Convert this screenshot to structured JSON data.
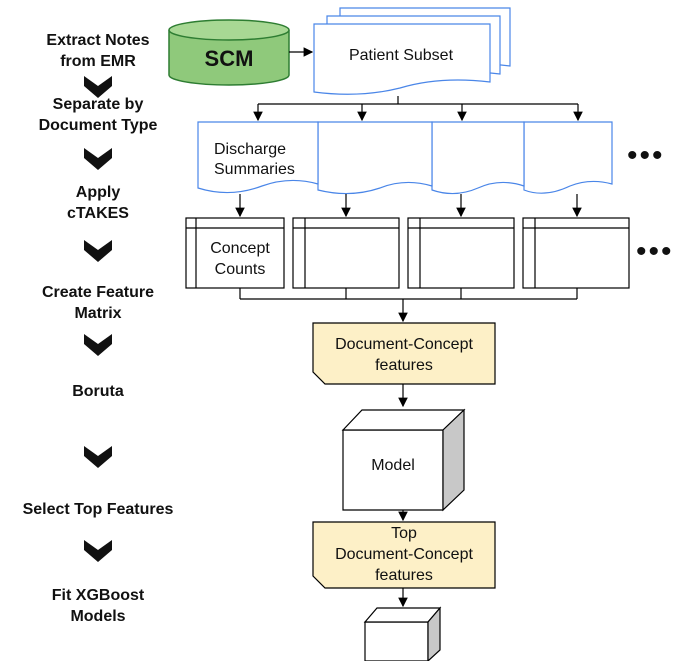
{
  "steps": [
    "Extract Notes\nfrom EMR",
    "Separate by\nDocument Type",
    "Apply\ncTAKES",
    "Create Feature\nMatrix",
    "Boruta",
    "Select Top Features",
    "Fit XGBoost\nModels"
  ],
  "diagram": {
    "scm_label": "SCM",
    "patient_subset": "Patient Subset",
    "discharge_summaries": "Discharge\nSummaries",
    "concept_counts": "Concept\nCounts",
    "document_concept_features": "Document-Concept\nfeatures",
    "model": "Model",
    "top_document_concept_features": "Top\nDocument-Concept\nfeatures",
    "ellipsis": "•••"
  },
  "colors": {
    "scm_fill": "#8fc97b",
    "scm_stroke": "#2e7d32",
    "doc_stroke": "#4a86e8",
    "feature_fill": "#fdf0c7",
    "model_side": "#c8c8c8",
    "line": "#000000"
  }
}
